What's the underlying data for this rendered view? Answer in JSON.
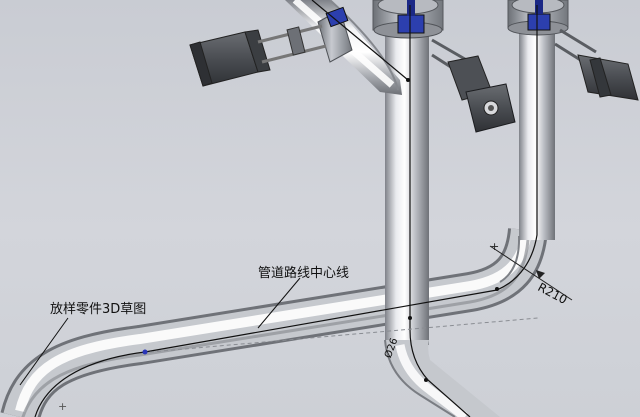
{
  "annotations": {
    "centerline_label": "管道路线中心线",
    "sketch_label": "放样零件3D草图"
  },
  "dimensions": {
    "bend_radius": "R210",
    "diameter_mark": "Ø26"
  },
  "colors": {
    "background": "#cfd1d8",
    "pipe_light": "#f4f5f7",
    "pipe_dark": "#8a8d94",
    "flange": "#9ea2a8",
    "cylinder_body": "#5a5d62",
    "valve_blue": "#2c3fae"
  }
}
